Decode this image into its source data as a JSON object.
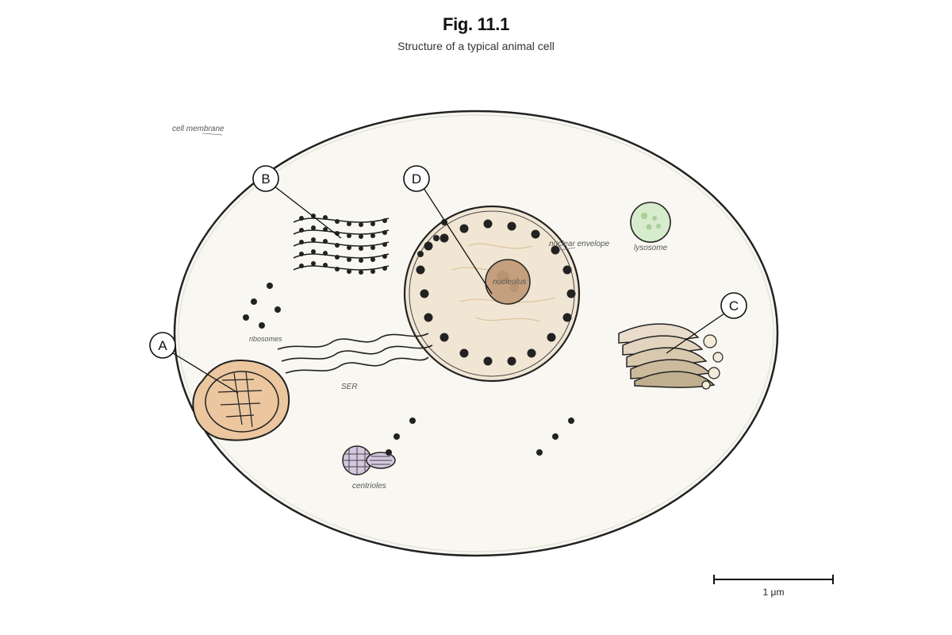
{
  "figure": {
    "title": "Fig. 11.1",
    "subtitle": "Structure of a typical animal cell"
  },
  "labels": {
    "cell_membrane": "cell membrane",
    "nuclear_envelope": "nuclear envelope",
    "nucleolus": "nucleolus",
    "lysosome": "lysosome",
    "ribosomes": "ribosomes",
    "ser": "SER",
    "centrioles": "centrioles"
  },
  "callouts": {
    "a": "A",
    "b": "B",
    "c": "C",
    "d": "D"
  },
  "scale_bar": {
    "label": "1 μm"
  },
  "colors": {
    "cytoplasm": "#f8f7f1",
    "outline": "#222222",
    "nucleus": "#f1e6d4",
    "nucleolus": "#c4a07e",
    "mitochondrion": "#ebc69e",
    "lysosome": "#d6eccc",
    "golgi": "#d9cbb3",
    "centriole": "#d3c8e0"
  }
}
